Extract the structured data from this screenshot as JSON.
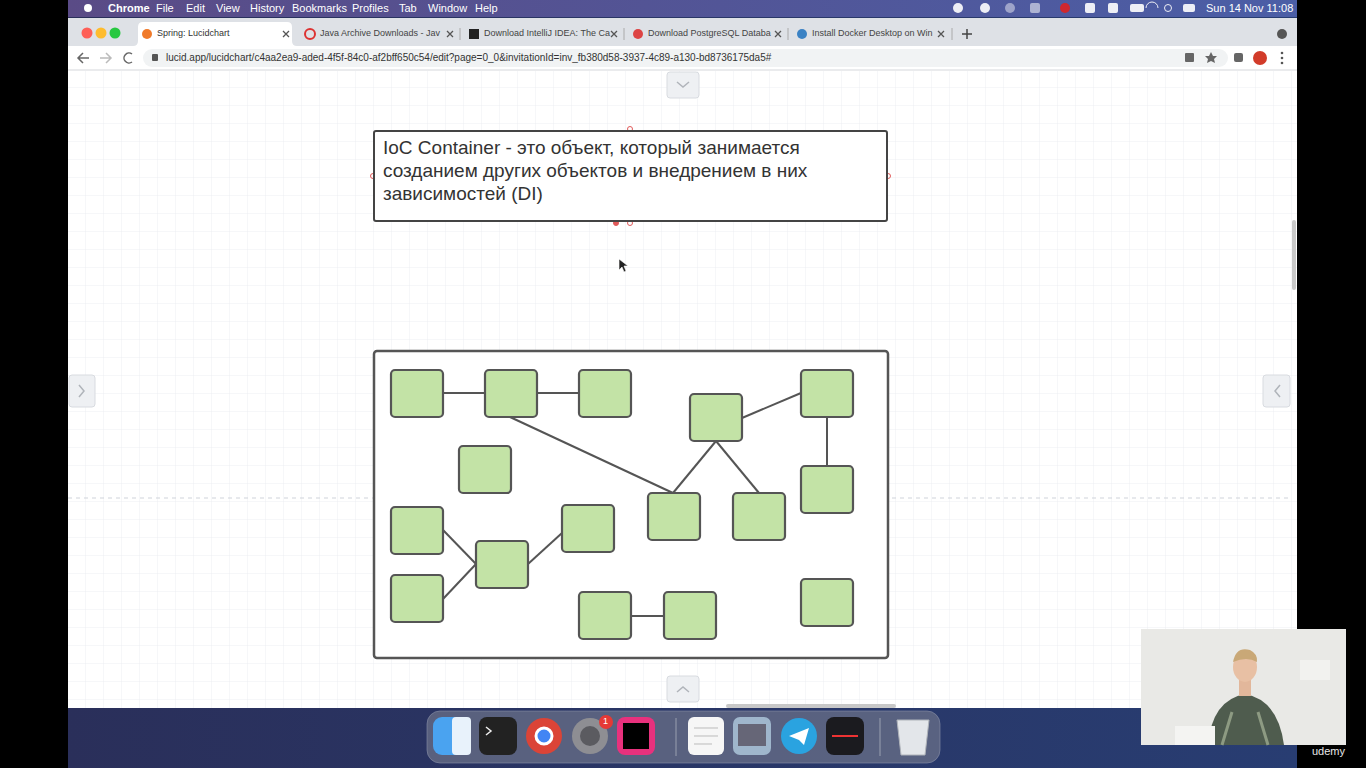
{
  "diagram": {
    "nodes": [
      {
        "text": [
          "IoC Container - это объект, который занимается созданием других объектов и внедрением в них зависимостей (DI)"
        ]
      }
    ],
    "labels": [
      "Chrome",
      "File",
      "Edit",
      "View",
      "History",
      "Bookmarks",
      "Profiles",
      "Tab",
      "Window",
      "Help",
      "Sun 14 Nov 11:08",
      "Spring: Lucidchart",
      "Java Archive Downloads - Jav",
      "Download IntelliJ IDEA: The Ca",
      "Download PostgreSQL Databa",
      "Install Docker Desktop on Win",
      "lucid.app/lucidchart/c4aa2ea9-aded-4f5f-84c0-af2bff650c54/edit?page=0_0&invitationId=inv_fb380d58-3937-4c89-a130-bd8736175da5#",
      "1",
      "udemy"
    ]
  }
}
